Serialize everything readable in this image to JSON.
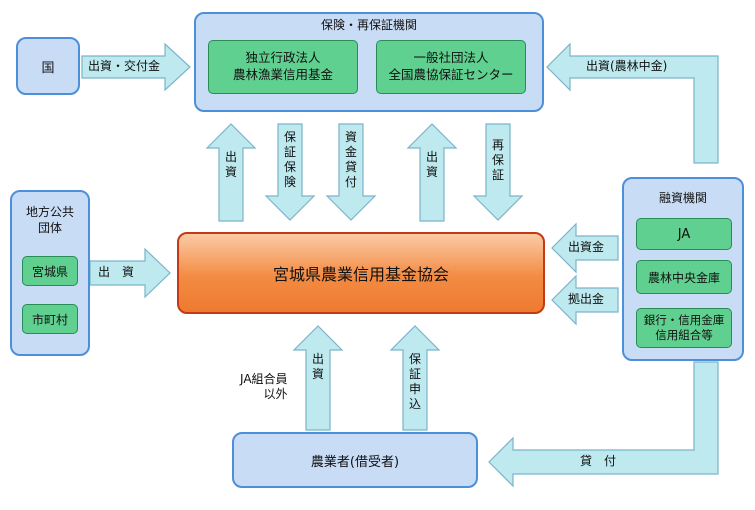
{
  "nodes": {
    "kuni": "国",
    "insurance_group_title": "保険・再保証機関",
    "fund": "独立行政法人\n農林漁業信用基金",
    "center": "一般社団法人\n全国農協保証センター",
    "local_gov_title": "地方公共\n団体",
    "miyagi": "宮城県",
    "municipal": "市町村",
    "main": "宮城県農業信用基金協会",
    "finance_title": "融資機関",
    "ja": "JA",
    "norinchukin": "農林中央金庫",
    "banks": "銀行・信用金庫\n信用組合等",
    "farmer": "農業者(借受者)"
  },
  "arrows": {
    "kuni_to_insurance": "出資・交付金",
    "norinchukin_to_insurance": "出資(農林中金)",
    "main_up_1": "出資",
    "down_guarantee_insurance": "保証保険",
    "down_fund_loan": "資金貸付",
    "main_up_2": "出資",
    "down_reguarantee": "再保証",
    "local_to_main": "出　資",
    "finance_contribution": "出資金",
    "finance_deposit": "拠出金",
    "farmer_up_contribution": "出資",
    "farmer_up_note": "JA組合員\n以外",
    "farmer_up_guarantee": "保証申込",
    "finance_to_farmer": "貸　付"
  }
}
